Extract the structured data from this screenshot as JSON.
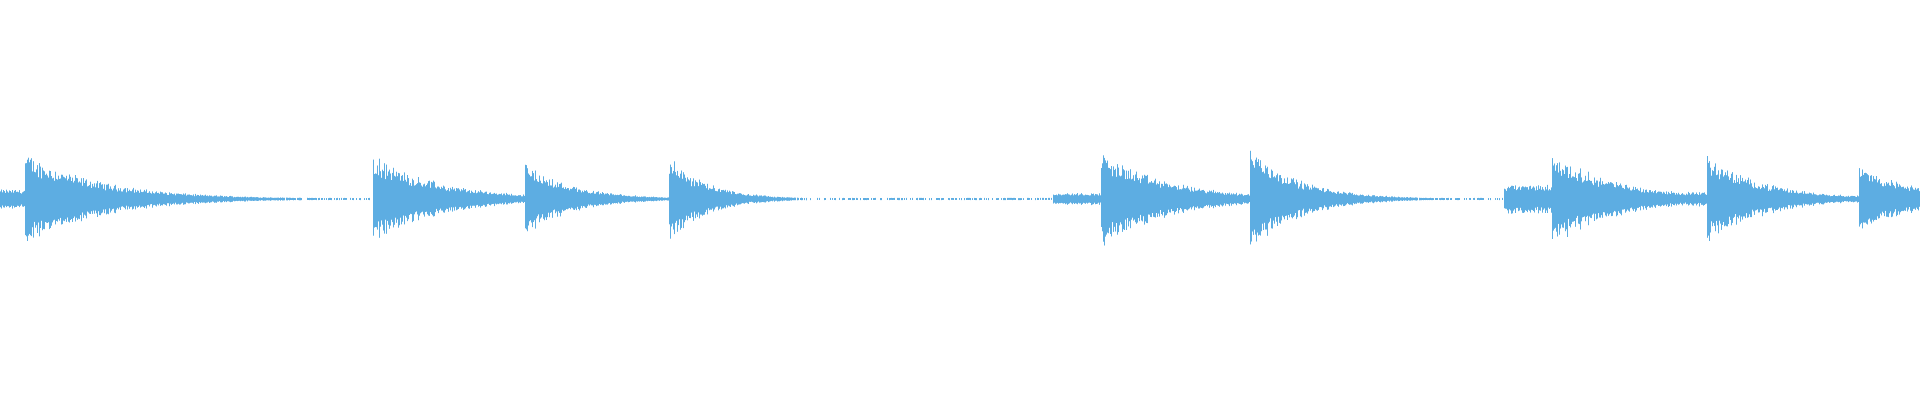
{
  "chart_data": {
    "type": "waveform",
    "title": "",
    "xlabel": "",
    "ylabel": "",
    "color": "#5dade2",
    "background": "#ffffff",
    "grid": false,
    "amplitude_range": [
      -1,
      1
    ],
    "events": [
      {
        "onset_pct": 0.0,
        "peak": 0.04,
        "decay_pct": 3.0,
        "kind": "pre-roll"
      },
      {
        "onset_pct": 1.3,
        "peak": 0.19,
        "decay_pct": 4.0,
        "kind": "hit"
      },
      {
        "onset_pct": 19.4,
        "peak": 0.18,
        "decay_pct": 3.5,
        "kind": "hit"
      },
      {
        "onset_pct": 27.3,
        "peak": 0.15,
        "decay_pct": 2.5,
        "kind": "hit"
      },
      {
        "onset_pct": 34.8,
        "peak": 0.18,
        "decay_pct": 2.0,
        "kind": "hit"
      },
      {
        "onset_pct": 54.8,
        "peak": 0.025,
        "decay_pct": 3.0,
        "kind": "pre-roll"
      },
      {
        "onset_pct": 57.3,
        "peak": 0.2,
        "decay_pct": 3.5,
        "kind": "hit"
      },
      {
        "onset_pct": 65.1,
        "peak": 0.22,
        "decay_pct": 2.5,
        "kind": "hit"
      },
      {
        "onset_pct": 78.3,
        "peak": 0.06,
        "decay_pct": 5.0,
        "kind": "pre-roll"
      },
      {
        "onset_pct": 80.8,
        "peak": 0.19,
        "decay_pct": 3.5,
        "kind": "hit"
      },
      {
        "onset_pct": 87.8,
        "peak": 0.03,
        "decay_pct": 3.0,
        "kind": "pre-roll"
      },
      {
        "onset_pct": 88.9,
        "peak": 0.18,
        "decay_pct": 3.0,
        "kind": "hit"
      },
      {
        "onset_pct": 96.0,
        "peak": 0.015,
        "decay_pct": 2.0,
        "kind": "pre-roll"
      },
      {
        "onset_pct": 96.8,
        "peak": 0.14,
        "decay_pct": 3.0,
        "kind": "hit"
      }
    ]
  }
}
